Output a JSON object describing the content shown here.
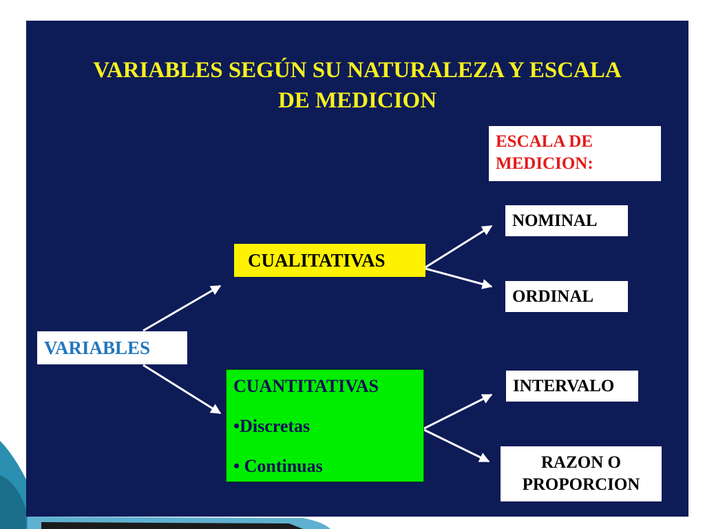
{
  "title": {
    "line1": "VARIABLES SEGÚN SU NATURALEZA Y ESCALA",
    "line2": "DE MEDICION"
  },
  "escala_label": {
    "line1": "ESCALA DE",
    "line2": "MEDICION:"
  },
  "root": "VARIABLES",
  "cualitativas": {
    "label": "CUALITATIVAS",
    "children": [
      "NOMINAL",
      "ORDINAL"
    ]
  },
  "cuantitativas": {
    "label": "CUANTITATIVAS",
    "items": [
      "•Discretas",
      "• Continuas"
    ],
    "children": [
      "INTERVALO",
      "RAZON O",
      "PROPORCION"
    ]
  },
  "colors": {
    "background": "#0d1b57",
    "title": "#f5f01e",
    "escala_text": "#e31a1a",
    "variables_text": "#2377bd",
    "cualitativas_fill": "#fff200",
    "cuantitativas_fill": "#00ee00"
  }
}
